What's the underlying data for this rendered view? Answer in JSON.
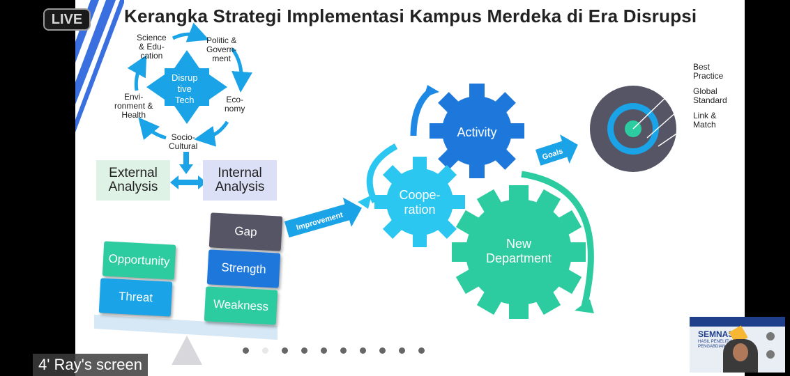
{
  "live_badge": "LIVE",
  "screen_label": "4' Ray's screen",
  "slide": {
    "title": "Kerangka Strategi Implementasi Kampus Merdeka di Era Disrupsi",
    "cycle": {
      "center": "Disrup\ntive\nTech",
      "science": "Science\n& Edu-\ncation",
      "politic": "Politic &\nGovern-\nment",
      "economy": "Eco-\nnomy",
      "socio": "Socio-\nCultural",
      "environment": "Envi-\nronment &\nHealth"
    },
    "external": "External\nAnalysis",
    "internal": "Internal\nAnalysis",
    "swot": {
      "opportunity": "Opportunity",
      "threat": "Threat",
      "gap": "Gap",
      "strength": "Strength",
      "weakness": "Weakness"
    },
    "improvement": "Improvement",
    "goals": "Goals",
    "gears": {
      "activity": "Activity",
      "cooperation": "Coope-\nration",
      "new_department": "New\nDepartment"
    },
    "target": {
      "best_practice": "Best\nPractice",
      "global_standard": "Global\nStandard",
      "link_match": "Link &\nMatch"
    }
  },
  "thumbnail": {
    "title": "SEMNAS",
    "subtitle": "HASIL PENELITIAN\nPENGABDIAN 20"
  },
  "colors": {
    "blue": "#1aa3e6",
    "teal": "#2ccca0",
    "dark_gray": "#555566",
    "light_green": "#dff2e6",
    "light_blue": "#dce0f7",
    "beam": "#d6e8f5",
    "stripe": "#3a6fe0"
  },
  "pagination": {
    "count": 10,
    "active": 1
  }
}
